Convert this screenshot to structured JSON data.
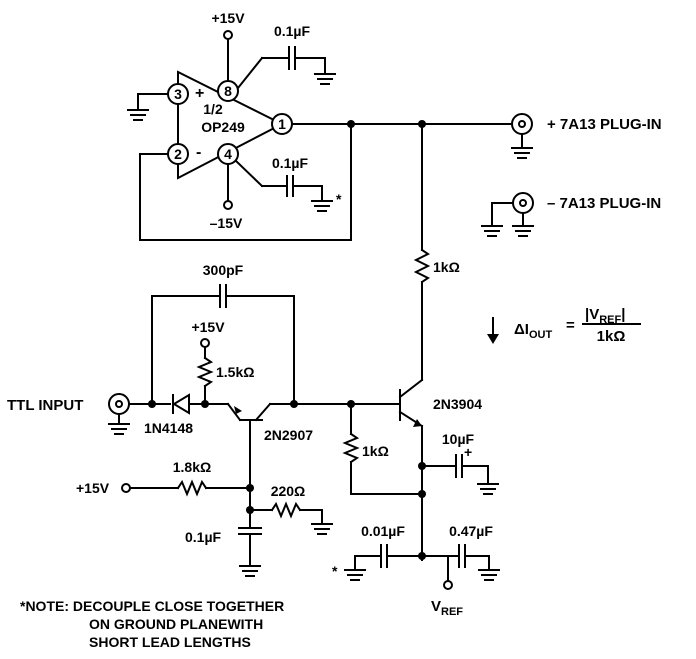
{
  "opamp": {
    "pins": {
      "p1": "1",
      "p2": "2",
      "p3": "3",
      "p4": "4",
      "p8": "8"
    },
    "plus_sign": "+",
    "minus_sign": "-",
    "name_line1": "1/2",
    "name_line2": "OP249"
  },
  "supplies": {
    "pos_top": "+15V",
    "neg": "–15V",
    "pos_pullup": "+15V",
    "pos_input": "+15V"
  },
  "capacitors": {
    "c_top": "0.1µF",
    "c_mid": "0.1µF",
    "c_feedback": "300pF",
    "c_left": "0.1µF",
    "c_emitter": "10µF",
    "c_emitter_plus": "+",
    "c_bottom1": "0.01µF",
    "c_bottom2": "0.47µF"
  },
  "resistors": {
    "r_collector": "1kΩ",
    "r_pullup": "1.5kΩ",
    "r_input": "1.8kΩ",
    "r_ground": "220Ω",
    "r_emitter": "1kΩ"
  },
  "transistors": {
    "q1": "2N2907",
    "q2": "2N3904"
  },
  "diode": "1N4148",
  "connectors": {
    "plus_out": "+ 7A13 PLUG-IN",
    "minus_out": "– 7A13 PLUG-IN",
    "ttl_input": "TTL INPUT"
  },
  "equation": {
    "lhs": "ΔI",
    "lhs_sub": "OUT",
    "equals": "=",
    "numerator": "|V",
    "numerator_sub": "REF",
    "numerator_end": "|",
    "denominator": "1kΩ"
  },
  "vref": {
    "label": "V",
    "sub": "REF"
  },
  "asterisk": "*",
  "note": {
    "line1": "*NOTE:  DECOUPLE CLOSE TOGETHER",
    "line2": "ON GROUND PLANEWITH",
    "line3": "SHORT LEAD LENGTHS"
  }
}
